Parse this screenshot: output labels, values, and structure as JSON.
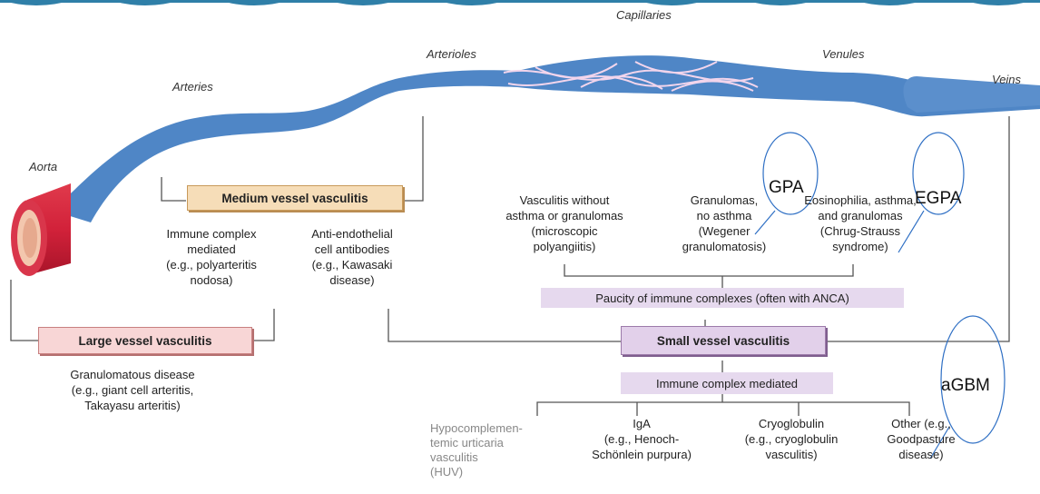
{
  "vessels": {
    "aorta": "Aorta",
    "arteries": "Arteries",
    "arterioles": "Arterioles",
    "capillaries": "Capillaries",
    "venules": "Venules",
    "veins": "Veins"
  },
  "medium": {
    "title": "Medium vessel vasculitis",
    "immune_complex": "Immune complex\nmediated\n(e.g., polyarteritis\nnodosa)",
    "anti_endothelial": "Anti-endothelial\ncell antibodies\n(e.g., Kawasaki\ndisease)"
  },
  "large": {
    "title": "Large vessel vasculitis",
    "granulomatous": "Granulomatous disease\n(e.g., giant cell arteritis,\nTakayasu arteritis)"
  },
  "small": {
    "title": "Small vessel vasculitis",
    "pauci_band": "Paucity of immune complexes (often with ANCA)",
    "immune_band": "Immune complex mediated",
    "pauci_items": [
      "Vasculitis without\nasthma or granulomas\n(microscopic\npolyangiitis)",
      "Granulomas,\nno asthma\n(Wegener\ngranulomatosis)",
      "Eosinophilia, asthma,\nand granulomas\n(Chrug-Strauss\nsyndrome)"
    ],
    "immune_items": [
      "IgA\n(e.g., Henoch-\nSchönlein purpura)",
      "Cryoglobulin\n(e.g., cryoglobulin\nvasculitis)",
      "Other (e.g.,\nGoodpasture\ndisease)"
    ],
    "huv": "Hypocomplemen-\ntemic urticaria\nvasculitis\n(HUV)"
  },
  "callouts": {
    "gpa": "GPA",
    "egpa": "EGPA",
    "agbm": "aGBM"
  },
  "colors": {
    "artery": "#d3203a",
    "capillary": "#b86ca8",
    "vein": "#4f86c6",
    "callout_stroke": "#2e6fc4",
    "band": "#e6d9ee"
  }
}
